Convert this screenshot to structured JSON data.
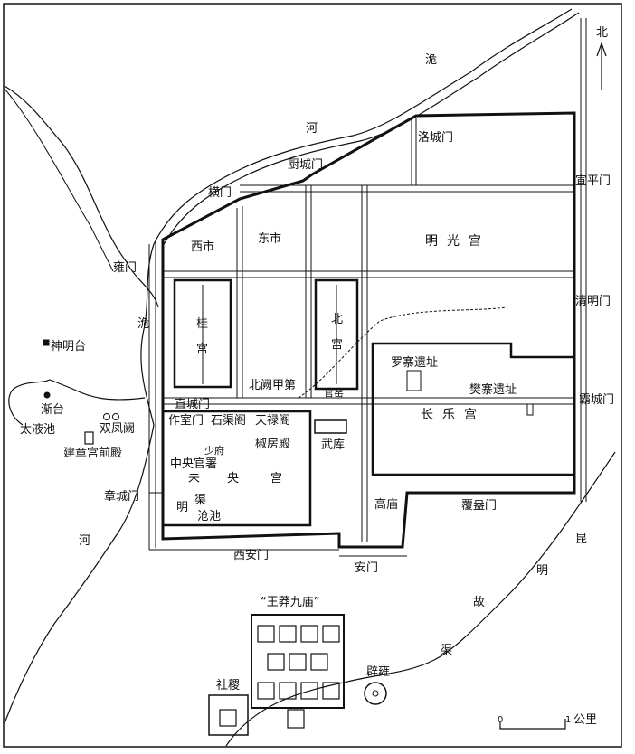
{
  "north": {
    "label": "北"
  },
  "rivers": {
    "north_river_1": "洈",
    "north_river_2": "河",
    "west_river_1": "洈",
    "west_river_2": "河",
    "canal_1": "昆",
    "canal_2": "明",
    "canal_3": "故",
    "canal_4": "渠",
    "inner_canal_1": "明",
    "inner_canal_2": "渠"
  },
  "gates": {
    "chucheng": "厨城门",
    "luocheng": "洛城门",
    "heng": "横门",
    "xuanping": "宣平门",
    "yong": "雍门",
    "qingming": "清明门",
    "ba": "霸城门",
    "zhangcheng": "章城门",
    "fuang": "覆盎门",
    "xian": "西安门",
    "an": "安门",
    "zhicheng": "直城门",
    "zuoshi": "作室门"
  },
  "districts": {
    "west_market": "西市",
    "east_market": "东市",
    "mingguang": "明光宫",
    "gui": "桂宫",
    "bei": "北宫",
    "beiquejiadi": "北阙甲第",
    "guanjiao": "官窑",
    "luozhai": "罗寨遗址",
    "fanzhai": "樊寨遗址",
    "changle": "长乐宫",
    "wuku": "武库",
    "gaomiao": "高庙",
    "shiqu": "石渠阁",
    "tianlu": "天禄阁",
    "jiaofang": "椒房殿",
    "shaofu": "少府",
    "zhongyang": "中央官署",
    "weiyang_1": "未",
    "weiyang_2": "央",
    "weiyang_3": "宫",
    "canghchi": "沧池"
  },
  "outside": {
    "shenmingtai": "神明台",
    "jiantai": "渐台",
    "taiyechi": "太液池",
    "shuangfengque": "双凤阙",
    "jianzhang": "建章宫前殿",
    "wangmang": "“王莽九庙”",
    "sheji": "社稷",
    "biyong": "辟雍"
  },
  "scale": {
    "zero": "0",
    "one": "1",
    "unit": "公里"
  }
}
